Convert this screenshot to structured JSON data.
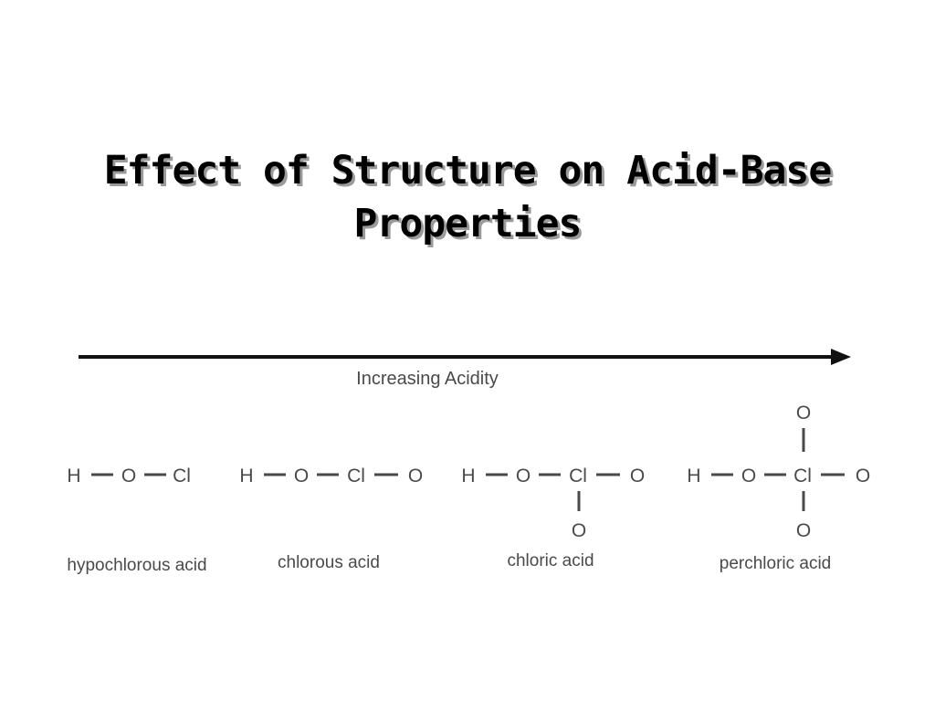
{
  "title": {
    "line1": "Effect of Structure on Acid-Base",
    "line2": "Properties"
  },
  "trend_label": "Increasing Acidity",
  "molecules": [
    {
      "name": "hypochlorous acid",
      "atoms": {
        "h": "H",
        "o": "O",
        "cl": "Cl"
      }
    },
    {
      "name": "chlorous acid",
      "atoms": {
        "h": "H",
        "o": "O",
        "cl": "Cl",
        "right": "O"
      }
    },
    {
      "name": "chloric acid",
      "atoms": {
        "h": "H",
        "o": "O",
        "cl": "Cl",
        "right": "O",
        "bottom": "O"
      }
    },
    {
      "name": "perchloric acid",
      "atoms": {
        "h": "H",
        "o": "O",
        "cl": "Cl",
        "right": "O",
        "top": "O",
        "bottom": "O"
      }
    }
  ],
  "colors": {
    "arrow": "#111111",
    "text": "#4a4a4a",
    "title_shadow": "#9a9a9a"
  }
}
